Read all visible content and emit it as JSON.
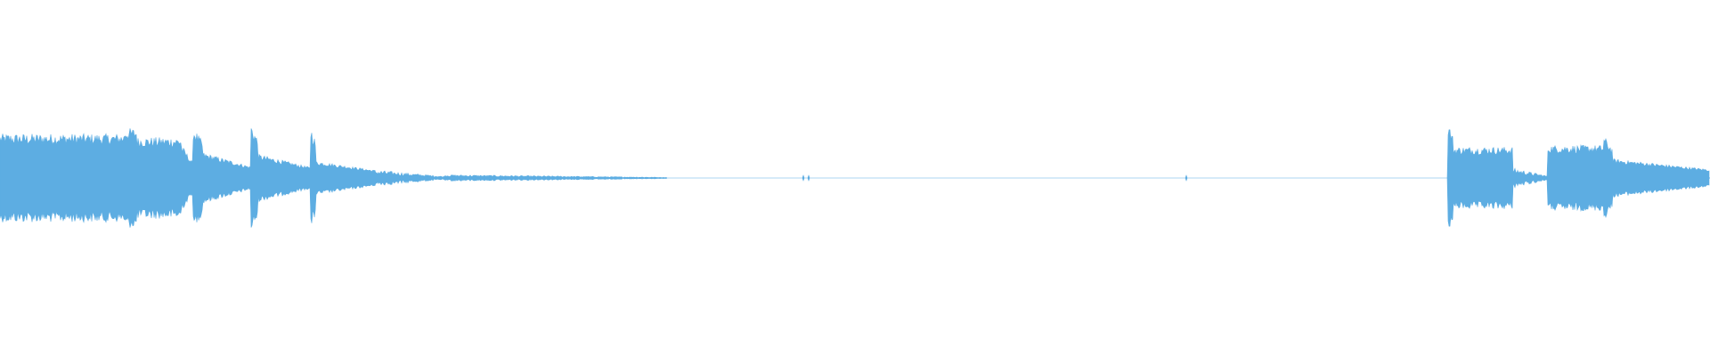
{
  "waveform": {
    "color": "#5dade2",
    "background": "#ffffff",
    "shape": "symmetric-audio-waveform",
    "segments": [
      {
        "start": 0.0,
        "end": 0.073,
        "amplitude": 0.78,
        "style": "dense"
      },
      {
        "start": 0.073,
        "end": 0.08,
        "amplitude": 0.88,
        "style": "dense"
      },
      {
        "start": 0.08,
        "end": 0.106,
        "amplitude": 0.72,
        "style": "dense"
      },
      {
        "start": 0.106,
        "end": 0.113,
        "amplitude": 0.58,
        "style": "decay"
      },
      {
        "start": 0.113,
        "end": 0.119,
        "amplitude": 0.9,
        "style": "burst"
      },
      {
        "start": 0.119,
        "end": 0.147,
        "amplitude": 0.45,
        "style": "decay"
      },
      {
        "start": 0.147,
        "end": 0.151,
        "amplitude": 0.96,
        "style": "burst"
      },
      {
        "start": 0.151,
        "end": 0.182,
        "amplitude": 0.42,
        "style": "decay"
      },
      {
        "start": 0.182,
        "end": 0.185,
        "amplitude": 0.9,
        "style": "burst"
      },
      {
        "start": 0.185,
        "end": 0.22,
        "amplitude": 0.3,
        "style": "decay"
      },
      {
        "start": 0.22,
        "end": 0.26,
        "amplitude": 0.12,
        "style": "tail"
      },
      {
        "start": 0.26,
        "end": 0.39,
        "amplitude": 0.05,
        "style": "tail"
      },
      {
        "start": 0.847,
        "end": 0.85,
        "amplitude": 1.0,
        "style": "burst"
      },
      {
        "start": 0.85,
        "end": 0.885,
        "amplitude": 0.55,
        "style": "dense"
      },
      {
        "start": 0.885,
        "end": 0.905,
        "amplitude": 0.15,
        "style": "tail"
      },
      {
        "start": 0.905,
        "end": 0.938,
        "amplitude": 0.58,
        "style": "dense"
      },
      {
        "start": 0.938,
        "end": 0.943,
        "amplitude": 0.74,
        "style": "burst"
      },
      {
        "start": 0.943,
        "end": 1.0,
        "amplitude": 0.34,
        "style": "decay"
      }
    ],
    "blips": [
      0.47,
      0.473,
      0.694
    ]
  }
}
